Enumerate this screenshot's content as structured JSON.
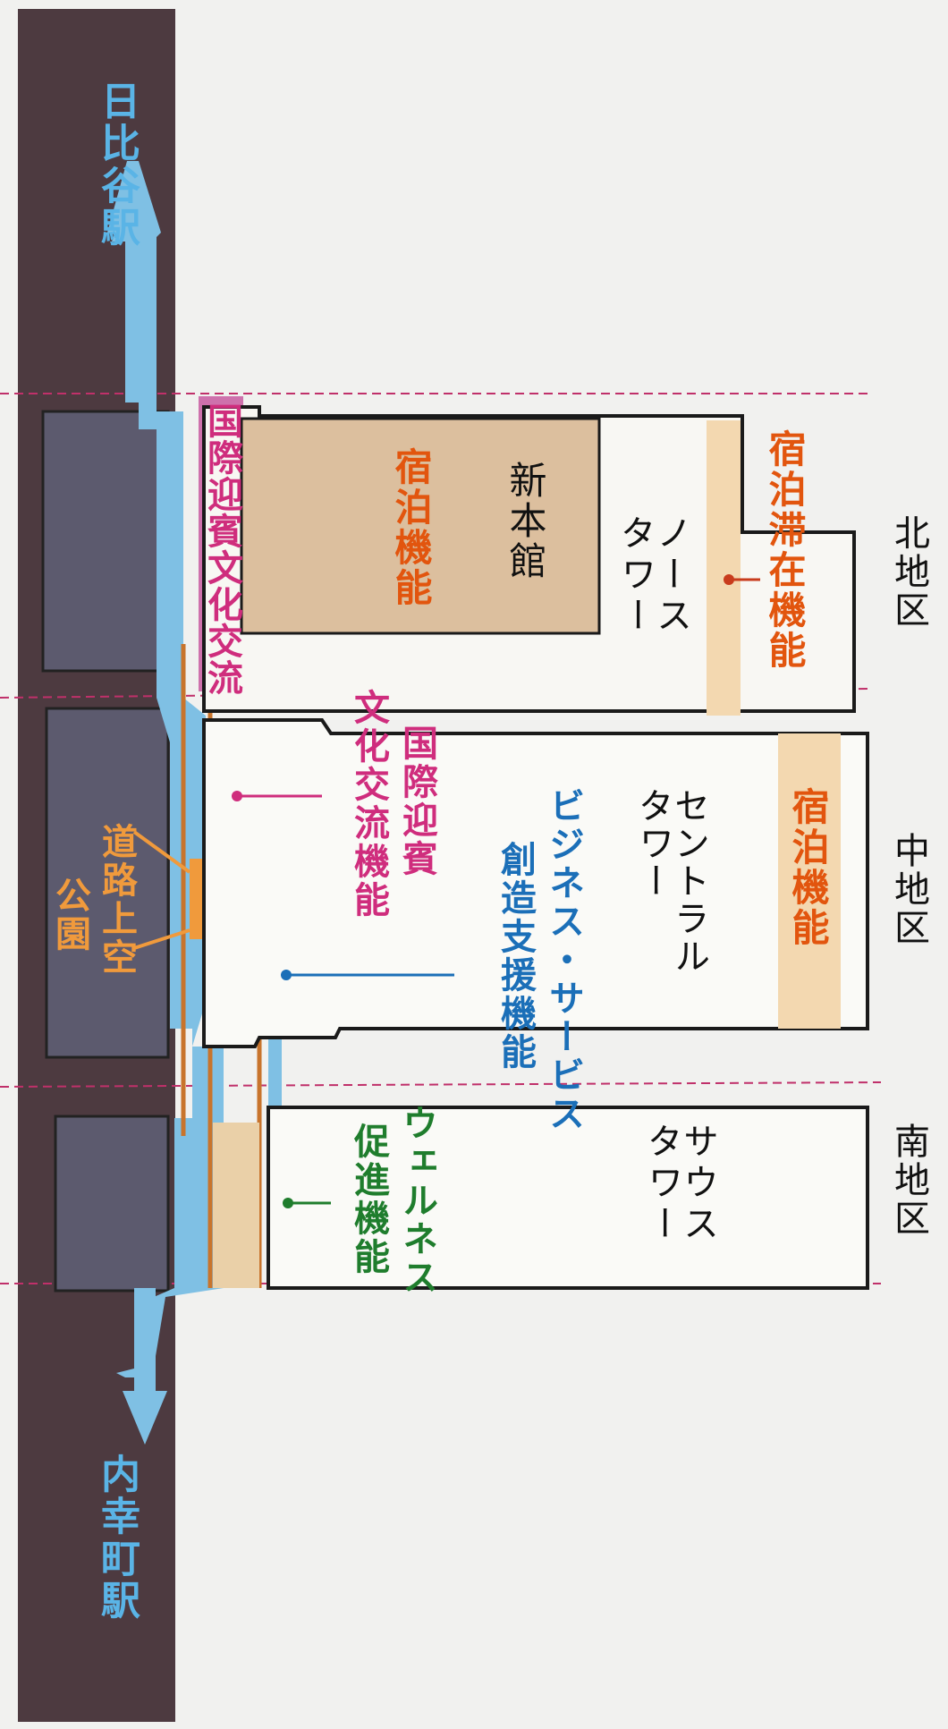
{
  "stations": {
    "north": "日比谷駅",
    "south": "内幸町駅"
  },
  "districts": {
    "north": "北地区",
    "central": "中地区",
    "south": "南地区"
  },
  "buildings": {
    "new_main": "新本館",
    "north_tower": "ノース\nタワー",
    "central_tower": "セントラル\nタワー",
    "south_tower": "サウス\nタワー"
  },
  "functions": {
    "lodging_shin": "宿泊機能",
    "lodging_stay": "宿泊滞在機能",
    "lodging_central": "宿泊機能",
    "reception_culture_tall": "国際迎賓文化交流",
    "reception_culture_top": "国際迎賓",
    "reception_culture_bottom": "文化交流機能",
    "business_top": "ビジネス・サービス",
    "business_bottom": "創造支援機能",
    "wellness_top": "ウェルネス",
    "wellness_bottom": "促進機能",
    "road_park_top": "道路上空",
    "road_park_bottom": "公園"
  },
  "colors": {
    "road": "#4d3a40",
    "block": "#5c5a6e",
    "walkway": "#7fc0e4",
    "lodging": "#d8b69a",
    "lodging_stripe": "#f3d8b0",
    "orange_text": "#e2550e",
    "magenta": "#cf2d7d",
    "blue_text": "#1b6fb8",
    "green_text": "#1f7d2d",
    "orange_fill": "#f09a3c",
    "dash": "#c0306a"
  }
}
